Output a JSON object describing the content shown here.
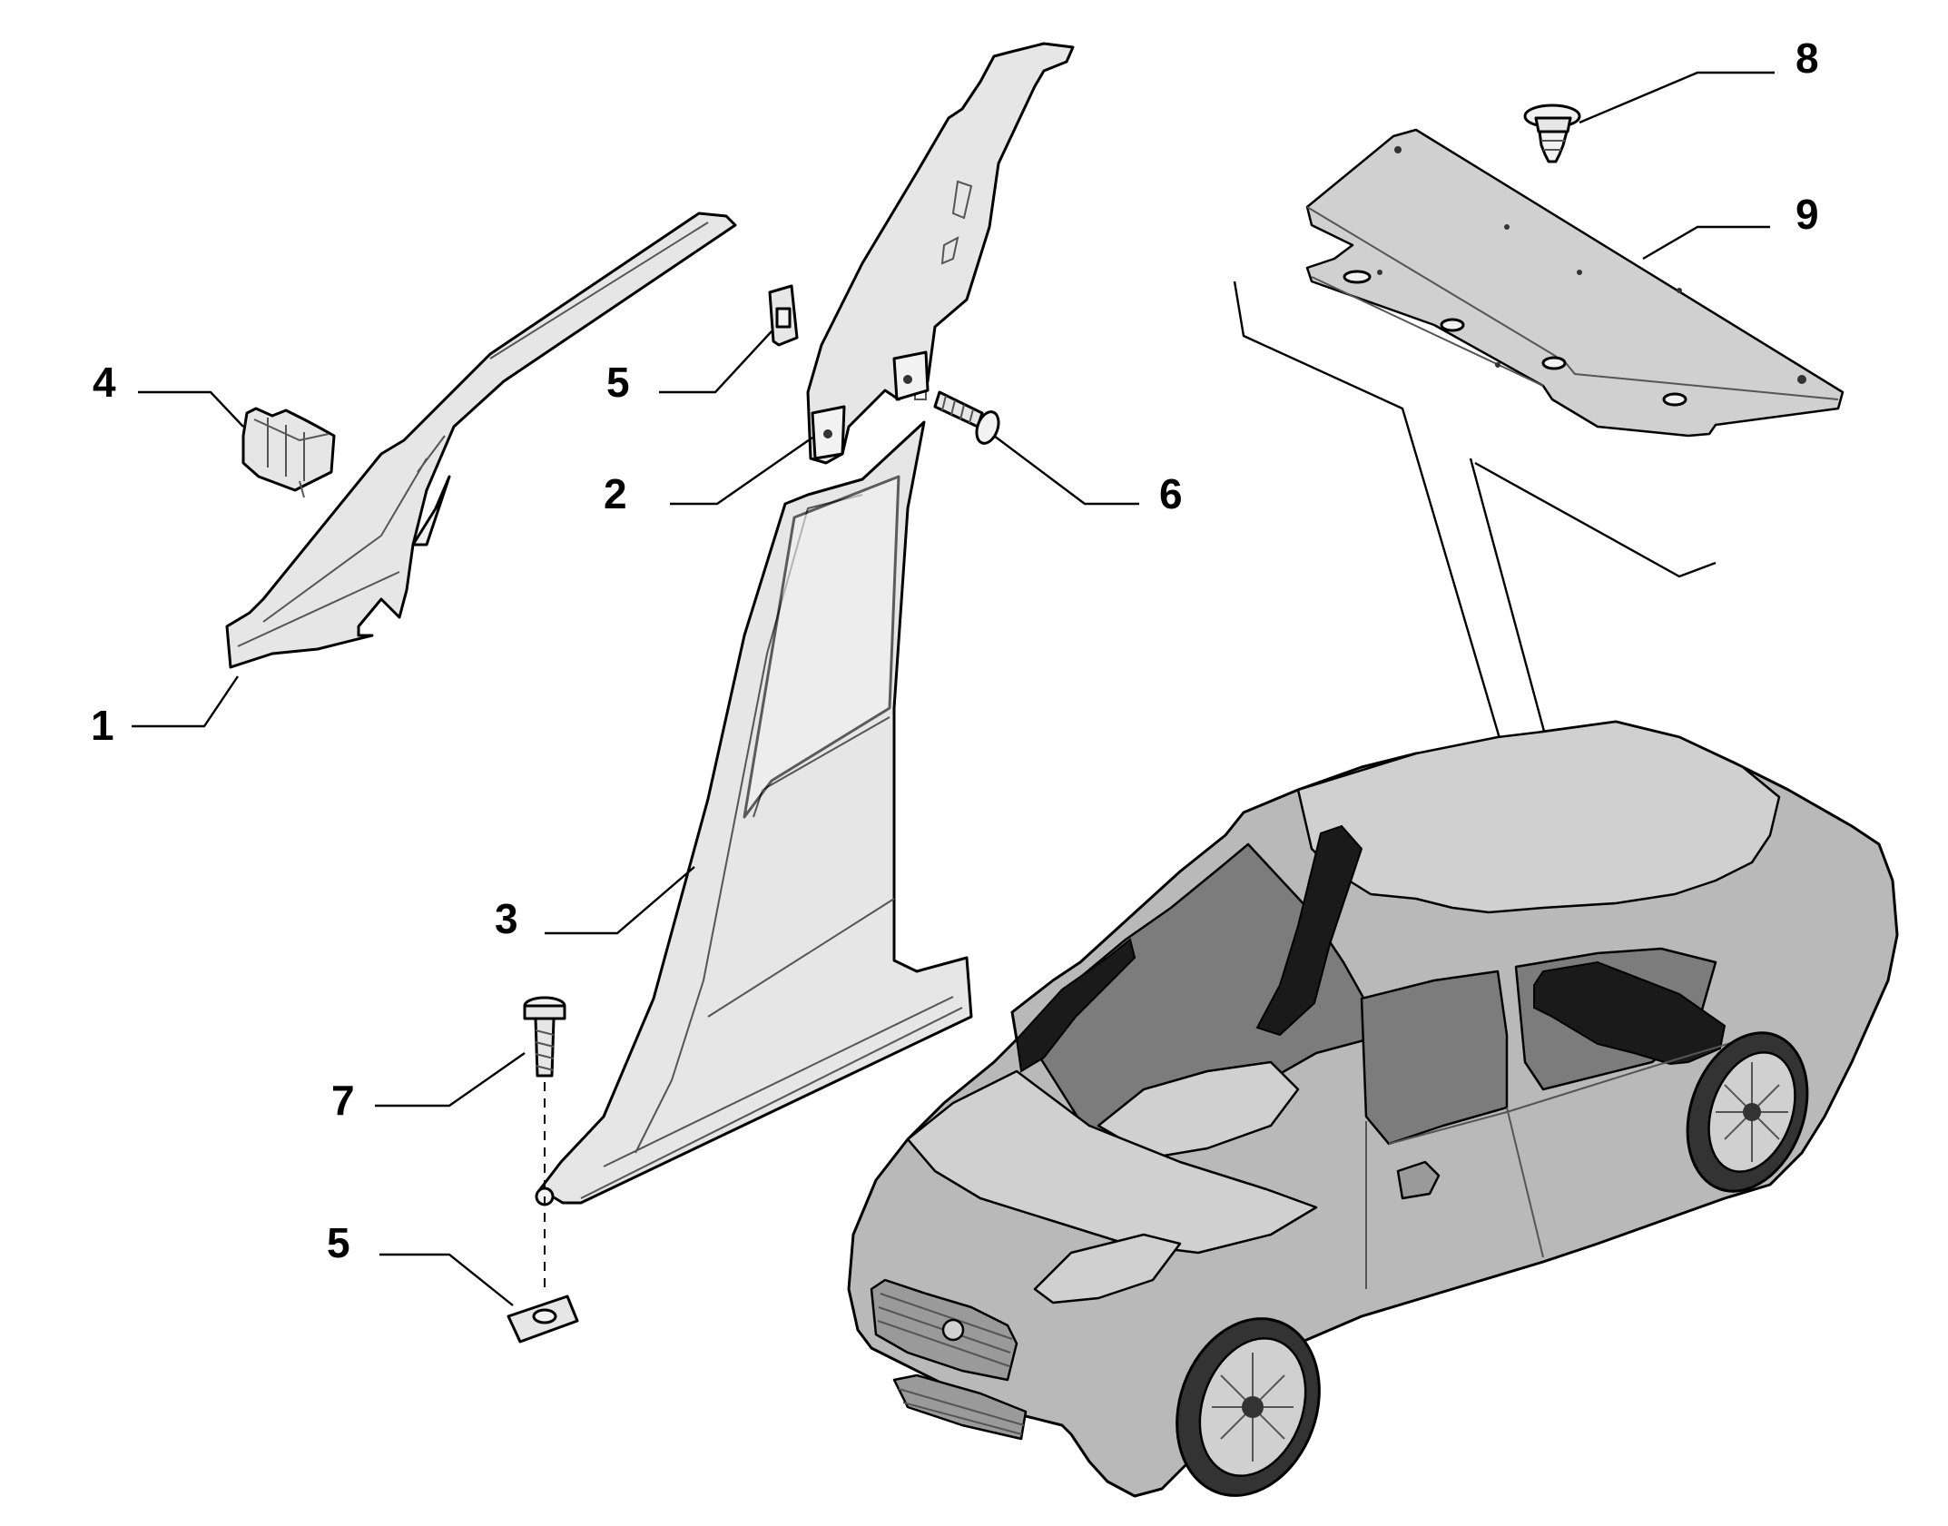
{
  "labels": [
    {
      "id": "1",
      "text": "1"
    },
    {
      "id": "2",
      "text": "2"
    },
    {
      "id": "3",
      "text": "3"
    },
    {
      "id": "4",
      "text": "4"
    },
    {
      "id": "5a",
      "text": "5"
    },
    {
      "id": "5b",
      "text": "5"
    },
    {
      "id": "6",
      "text": "6"
    },
    {
      "id": "7",
      "text": "7"
    },
    {
      "id": "8",
      "text": "8"
    },
    {
      "id": "9",
      "text": "9"
    }
  ]
}
